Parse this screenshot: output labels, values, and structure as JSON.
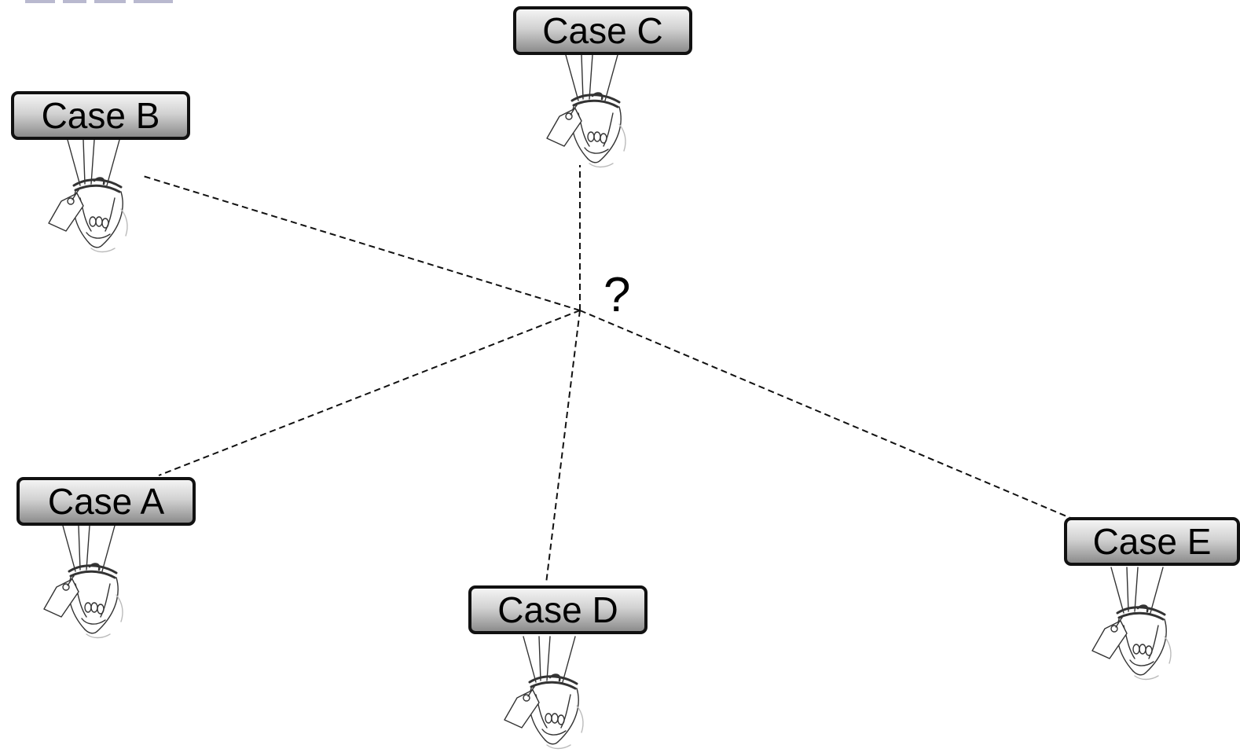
{
  "hub": {
    "label": "?"
  },
  "cases": [
    {
      "id": "A",
      "label": "Case A"
    },
    {
      "id": "B",
      "label": "Case B"
    },
    {
      "id": "C",
      "label": "Case C"
    },
    {
      "id": "D",
      "label": "Case D"
    },
    {
      "id": "E",
      "label": "Case E"
    }
  ],
  "style": {
    "line_color": "#111111",
    "box_border_color": "#111111",
    "box_gradient": [
      "#f4f4f4",
      "#d2d2d2",
      "#8c8c8c"
    ],
    "sketch_color": "#333333",
    "logo_color": "#b9b9cf"
  },
  "icons": {
    "case_illustration": "tied-hands-with-tag-icon",
    "corner_logo": "logo-fragment-icon"
  }
}
